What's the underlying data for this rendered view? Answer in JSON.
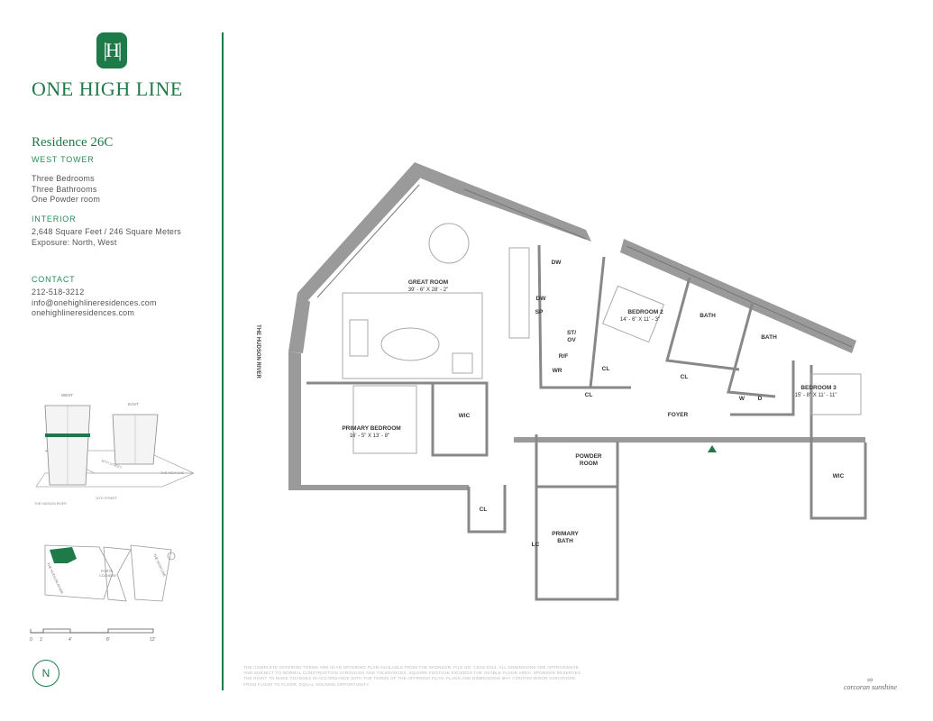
{
  "brand": {
    "logo_glyph": "|H|",
    "name": "ONE HIGH LINE",
    "accent_color": "#1f7a4a"
  },
  "residence": {
    "title": "Residence 26C",
    "tower": "WEST TOWER",
    "rooms": [
      "Three Bedrooms",
      "Three Bathrooms",
      "One Powder room"
    ]
  },
  "interior": {
    "heading": "INTERIOR",
    "area": "2,648 Square Feet / 246 Square Meters",
    "exposure": "Exposure: North, West"
  },
  "contact": {
    "heading": "CONTACT",
    "phone": "212-518-3212",
    "email": "info@onehighlineresidences.com",
    "website": "onehighlineresidences.com"
  },
  "key_map": {
    "labels": {
      "west": "WEST",
      "east": "EAST",
      "street_10": "10TH STREET",
      "high_line": "THE HIGH LINE",
      "hudson_river": "THE HUDSON RIVER",
      "street_11": "11TH STREET"
    }
  },
  "site_map": {
    "hudson": "THE HUDSON RIVER",
    "porte": "PORTE\nCOCHERE",
    "high_line": "THE HIGH LINE"
  },
  "scale": {
    "ticks": [
      "0",
      "1'",
      "4'",
      "8'",
      "12'"
    ]
  },
  "compass": {
    "label": "N"
  },
  "plan": {
    "river_label": "THE HUDSON RIVER",
    "great_room": {
      "name": "GREAT ROOM",
      "dims": "39' - 6\" X 28' - 2\""
    },
    "bedroom2": {
      "name": "BEDROOM 2",
      "dims": "14' - 6\" X 11' - 3\""
    },
    "bedroom3": {
      "name": "BEDROOM 3",
      "dims": "15' - 8\" X 11' - 11\""
    },
    "primary_bedroom": {
      "name": "PRIMARY BEDROOM",
      "dims": "16' - 5\" X 13' - 8\""
    },
    "primary_bath": {
      "name": "PRIMARY\nBATH"
    },
    "powder_room": {
      "name": "POWDER\nROOM"
    },
    "foyer": "FOYER",
    "bath": "BATH",
    "wic": "WIC",
    "cl": "CL",
    "lc": "LC",
    "kitchen": {
      "dw": "DW",
      "sp": "SP",
      "st_ov": "ST/\nOV",
      "rf": "R/F",
      "wr": "WR"
    },
    "laundry": {
      "w": "W",
      "d": "D"
    }
  },
  "disclaimer": "THE COMPLETE OFFERING TERMS ARE IN AN OFFERING PLAN AVAILABLE FROM THE SPONSOR. FILE NO. CD16-0314. ALL DIMENSIONS ARE APPROXIMATE AND SUBJECT TO NORMAL CONSTRUCTION VARIANCES AND TOLERANCES. SQUARE FOOTAGE EXCEEDS THE USABLE FLOOR AREA. SPONSOR RESERVES THE RIGHT TO MAKE CHANGES IN ACCORDANCE WITH THE TERMS OF THE OFFERING PLAN. PLANS AND DIMENSIONS MAY CONTAIN MINOR VARIATIONS FROM FLOOR TO FLOOR. EQUAL HOUSING OPPORTUNITY.",
  "agency": "corcoran sunshine"
}
